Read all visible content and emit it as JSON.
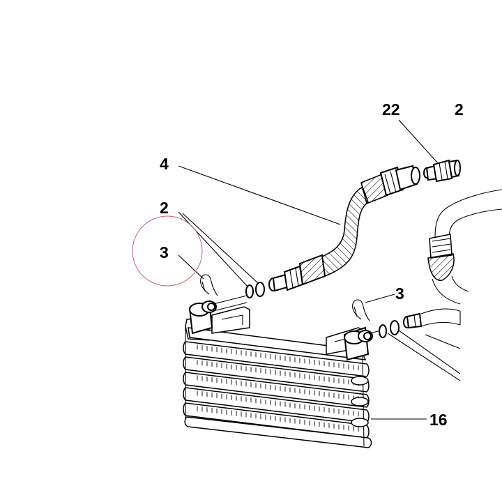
{
  "callouts": {
    "label_22": "22",
    "label_22_partial": "2",
    "label_4": "4",
    "label_2": "2",
    "label_3_left": "3",
    "label_3_right": "3",
    "label_16": "16"
  },
  "colors": {
    "line": "#000000",
    "highlight_circle": "#c8646e",
    "background": "#ffffff"
  }
}
